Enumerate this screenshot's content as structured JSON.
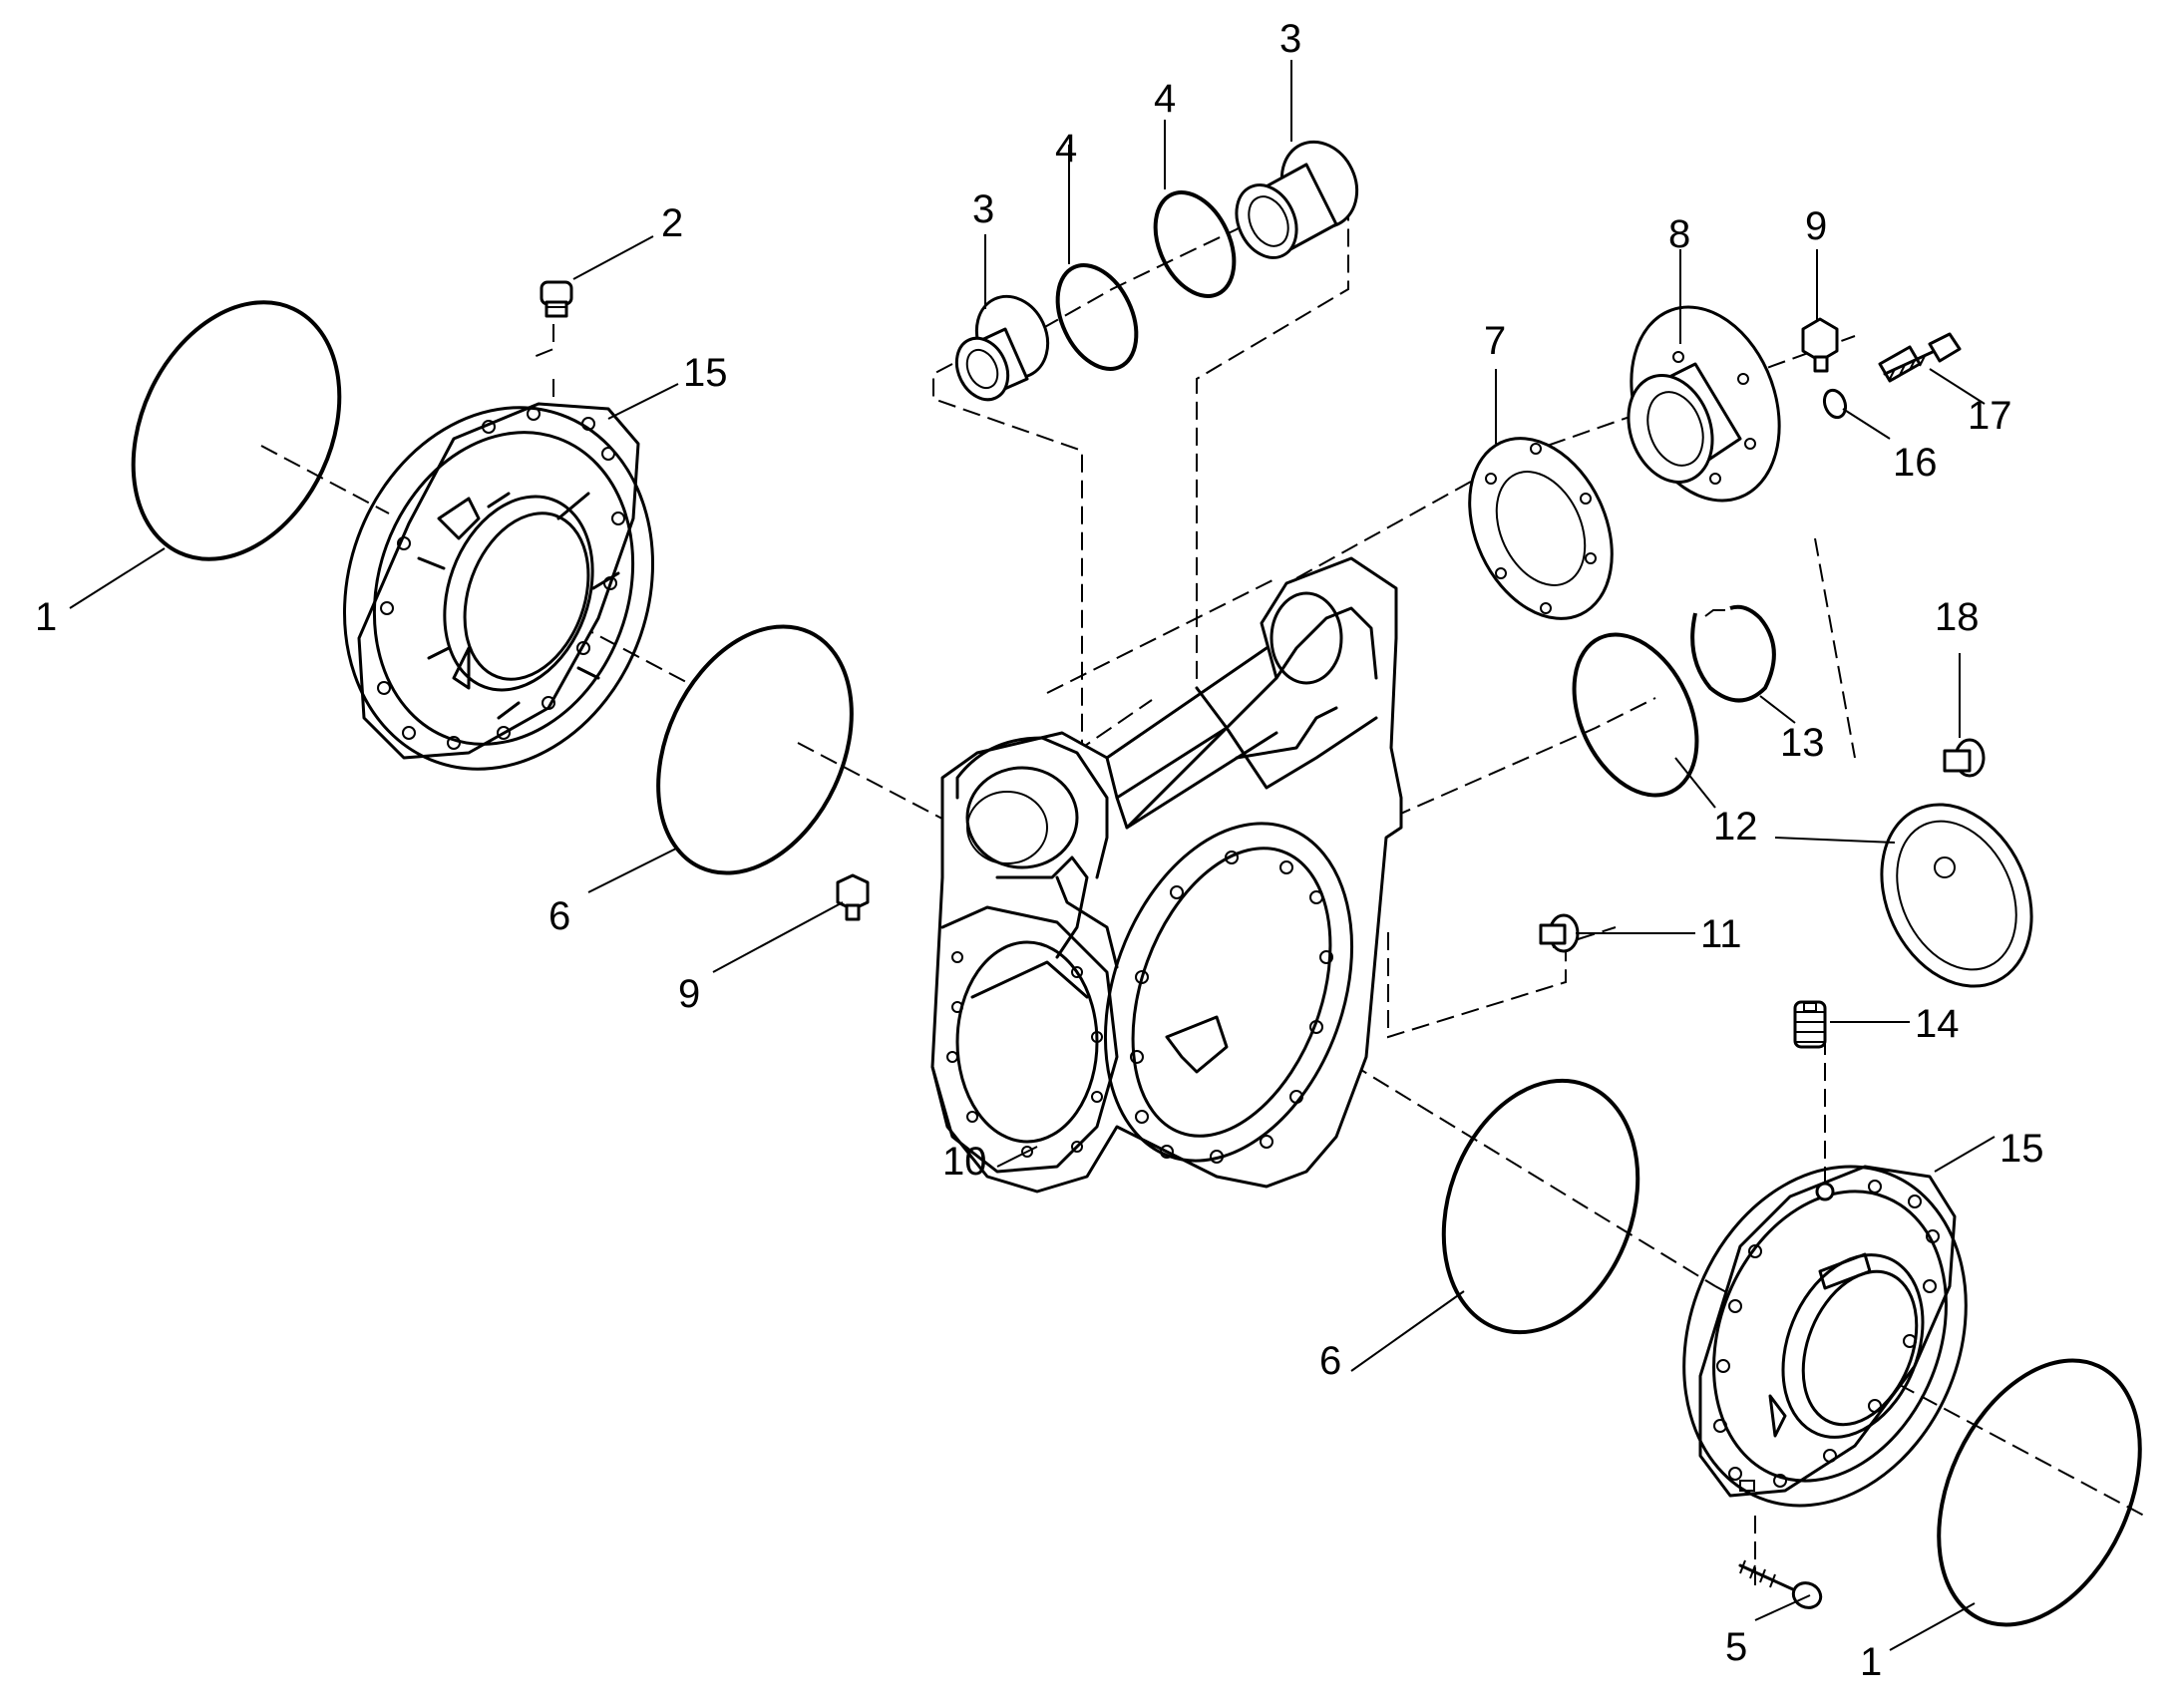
{
  "callouts": [
    {
      "id": "c1a",
      "label": "1"
    },
    {
      "id": "c2",
      "label": "2"
    },
    {
      "id": "c15a",
      "label": "15"
    },
    {
      "id": "c3a",
      "label": "3"
    },
    {
      "id": "c4a",
      "label": "4"
    },
    {
      "id": "c4b",
      "label": "4"
    },
    {
      "id": "c3b",
      "label": "3"
    },
    {
      "id": "c8",
      "label": "8"
    },
    {
      "id": "c9a",
      "label": "9"
    },
    {
      "id": "c7",
      "label": "7"
    },
    {
      "id": "c17",
      "label": "17"
    },
    {
      "id": "c16",
      "label": "16"
    },
    {
      "id": "c18",
      "label": "18"
    },
    {
      "id": "c13",
      "label": "13"
    },
    {
      "id": "c12",
      "label": "12"
    },
    {
      "id": "c6a",
      "label": "6"
    },
    {
      "id": "c9b",
      "label": "9"
    },
    {
      "id": "c11",
      "label": "11"
    },
    {
      "id": "c14",
      "label": "14"
    },
    {
      "id": "c10",
      "label": "10"
    },
    {
      "id": "c15b",
      "label": "15"
    },
    {
      "id": "c6b",
      "label": "6"
    },
    {
      "id": "c5",
      "label": "5"
    },
    {
      "id": "c1b",
      "label": "1"
    }
  ]
}
